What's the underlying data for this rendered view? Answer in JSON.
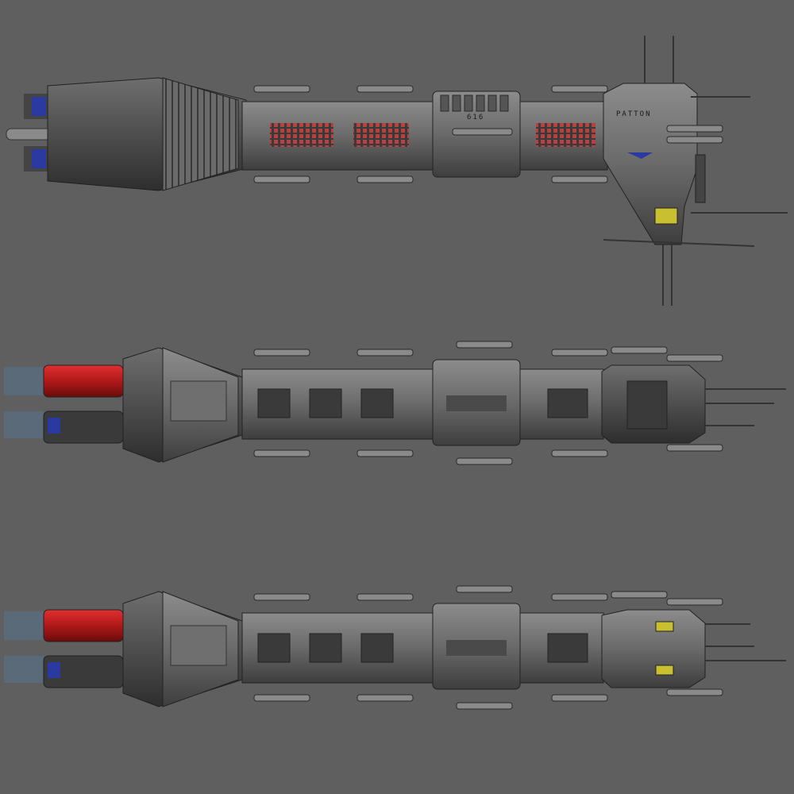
{
  "scene": {
    "background_color": "#5f5f5f",
    "views": [
      {
        "name": "top-view"
      },
      {
        "name": "side-view"
      },
      {
        "name": "side-view-alt"
      }
    ]
  },
  "ship": {
    "hull_name": "PATTON",
    "hull_number": "616",
    "accent_colors": {
      "hull": "#6b6b6b",
      "hull_dark": "#3c3c3c",
      "hull_light": "#8a8a8a",
      "engine_red": "#b01818",
      "engine_blue": "#2a3aa0",
      "lights_red": "#c83030",
      "warning_yellow": "#c8c030"
    }
  }
}
